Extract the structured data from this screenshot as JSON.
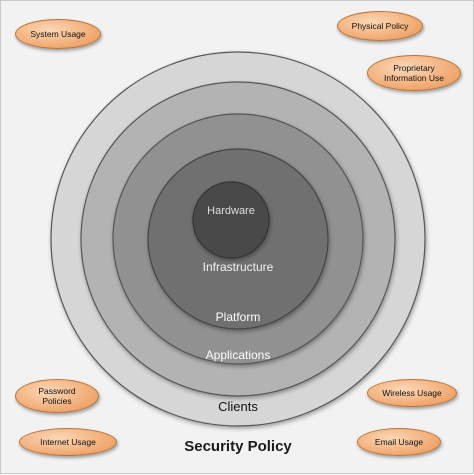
{
  "diagram": {
    "title": "Security Policy",
    "rings": [
      {
        "label": "Clients",
        "color": "#d6d6d6"
      },
      {
        "label": "Applications",
        "color": "#b3b3b3"
      },
      {
        "label": "Platform",
        "color": "#919191"
      },
      {
        "label": "Infrastructure",
        "color": "#6f6f6f"
      },
      {
        "label": "Hardware",
        "color": "#4a4a4a"
      }
    ],
    "policies": [
      {
        "label": "System Usage"
      },
      {
        "label": "Physical Policy"
      },
      {
        "label": "Proprietary\nInformation Use"
      },
      {
        "label": "Password\nPolicies"
      },
      {
        "label": "Wireless Usage"
      },
      {
        "label": "Internet Usage"
      },
      {
        "label": "Email Usage"
      }
    ]
  }
}
